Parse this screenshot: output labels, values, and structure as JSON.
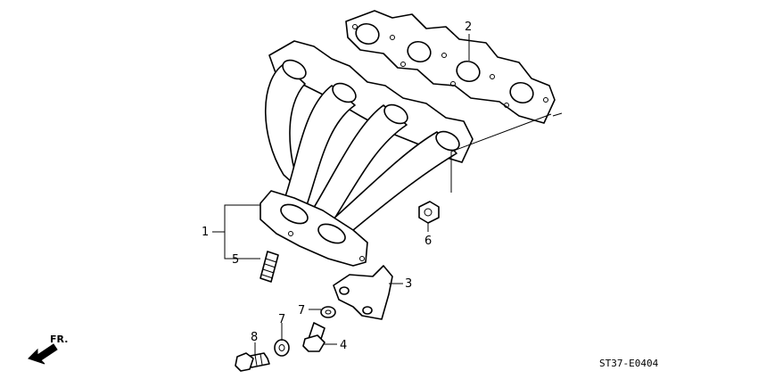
{
  "callouts": {
    "c1": "1",
    "c2": "2",
    "c3": "3",
    "c4": "4",
    "c5": "5",
    "c6": "6",
    "c7a": "7",
    "c7b": "7",
    "c8": "8"
  },
  "direction_label": "FR.",
  "diagram_code": "ST37-E0404"
}
